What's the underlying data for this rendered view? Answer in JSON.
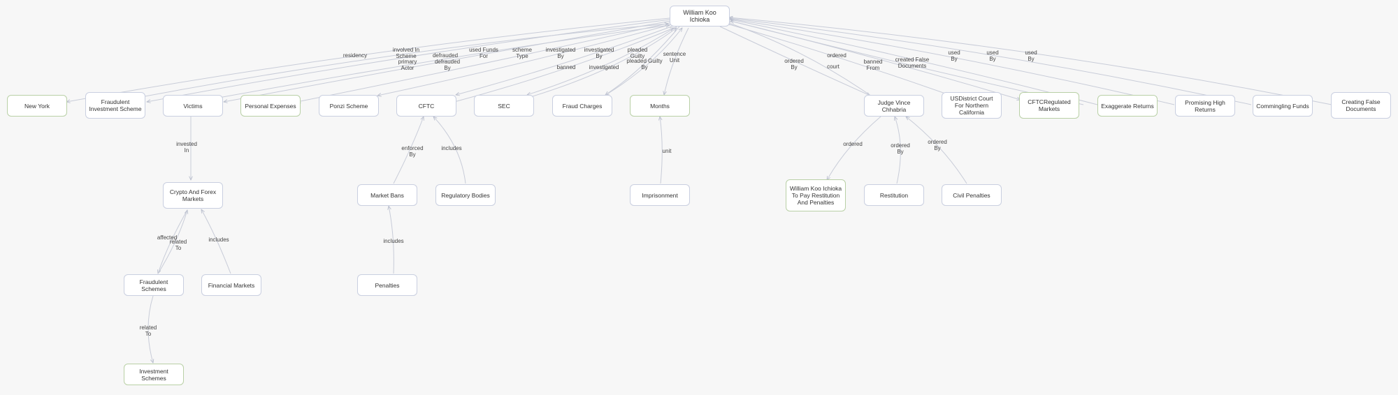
{
  "diagram": {
    "nodes": {
      "william": "William Koo Ichioka",
      "new_york": "New York",
      "fraud_scheme": "Fraudulent Investment Scheme",
      "victims": "Victims",
      "personal_expenses": "Personal Expenses",
      "ponzi": "Ponzi Scheme",
      "cftc": "CFTC",
      "sec": "SEC",
      "fraud_charges": "Fraud Charges",
      "months": "Months",
      "judge": "Judge Vince Chhabria",
      "usdc": "USDistrict Court For Northern California",
      "cftc_markets": "CFTCRegulated Markets",
      "exaggerate": "Exaggerate Returns",
      "promising": "Promising High Returns",
      "commingling": "Commingling Funds",
      "creating_false": "Creating False Documents",
      "crypto": "Crypto And Forex Markets",
      "market_bans": "Market Bans",
      "reg_bodies": "Regulatory Bodies",
      "imprisonment": "Imprisonment",
      "order_node": "William Koo Ichioka To Pay Restitution And Penalties",
      "restitution": "Restitution",
      "civil_penalties": "Civil Penalties",
      "fraudulent_schemes": "Fraudulent Schemes",
      "financial_markets": "Financial Markets",
      "penalties": "Penalties",
      "investment_schemes": "Investment Schemes"
    },
    "edge_labels": {
      "residency": "residency",
      "involved_in": "involved In Scheme",
      "defrauded": "defrauded",
      "used_funds_for": "used Funds For",
      "scheme_type": "scheme Type",
      "investigated_by_1": "investigated By",
      "investigated_by_2": "investigated By",
      "pleaded_guilty_1": "pleaded Guilty",
      "sentence_unit": "sentence Unit",
      "primary_actor": "primary Actor",
      "defrauded_by": "defrauded By",
      "banned": "banned",
      "investigated": "investigated",
      "pleaded_guilty_by": "pleaded Guilty By",
      "ordered_by_top": "ordered By",
      "court": "court",
      "banned_from": "banned From",
      "ordered_top": "ordered",
      "created_false_docs": "created False Documents",
      "used_by_1": "used By",
      "used_by_2": "used By",
      "used_by_3": "used By",
      "invested_in": "invested In",
      "enforced_by": "enforced By",
      "includes_reg": "includes",
      "unit": "unit",
      "ordered_judge": "ordered",
      "ordered_by_restitution": "ordered By",
      "ordered_by_civil": "ordered By",
      "affected": "affected",
      "related_to_crypto": "related To",
      "includes_fin": "includes",
      "includes_pen": "includes",
      "related_to_inv": "related To"
    }
  }
}
